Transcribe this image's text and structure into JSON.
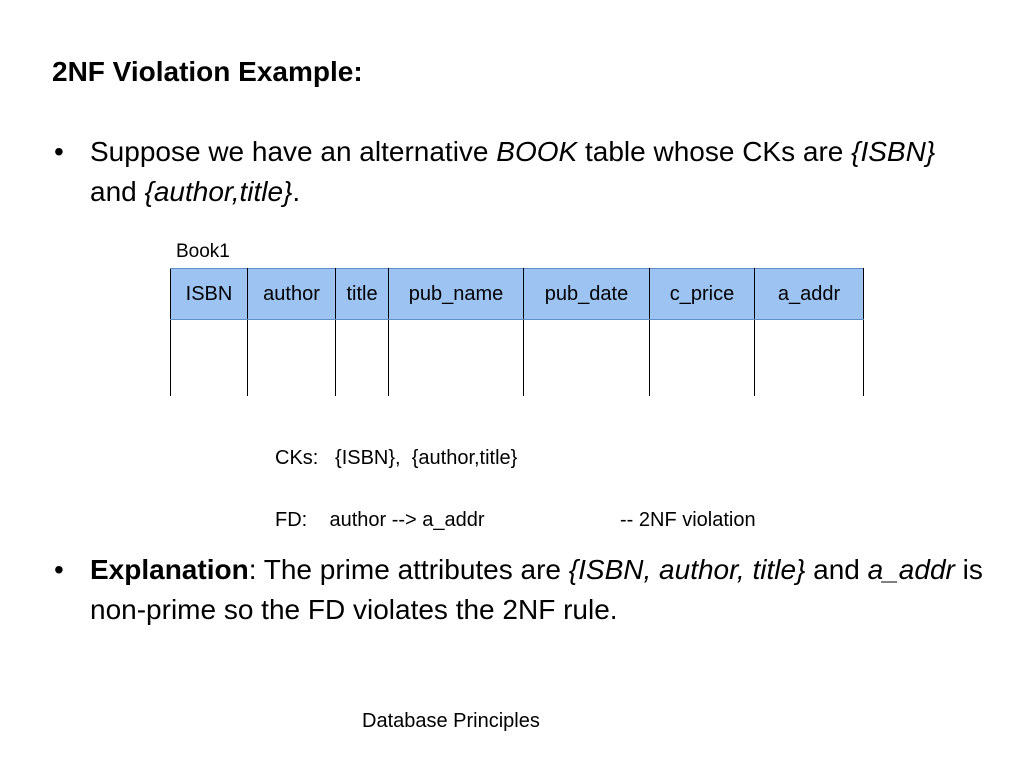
{
  "slide": {
    "title": "2NF Violation Example:",
    "bullet1": {
      "symbol": "•",
      "t1": "Suppose we have an alternative ",
      "t2": "BOOK",
      "t3": " table whose CKs are ",
      "t4": "{ISBN}",
      "t5": " and ",
      "t6": "{author,title}",
      "t7": "."
    },
    "table": {
      "label": "Book1",
      "columns": [
        "ISBN",
        "author",
        "title",
        "pub_name",
        "pub_date",
        "c_price",
        "a_addr"
      ]
    },
    "ck_line": "CKs:   {ISBN},  {author,title}",
    "fd_line": "FD:    author --> a_addr",
    "fd_comment": "-- 2NF violation",
    "bullet2": {
      "symbol": "•",
      "t1": "Explanation",
      "t2": ": The prime attributes are ",
      "t3": "{ISBN, author, title}",
      "t4": " and ",
      "t5": "a_addr",
      "t6": " is non-prime so the FD violates the 2NF rule."
    },
    "footer": "Database Principles"
  }
}
